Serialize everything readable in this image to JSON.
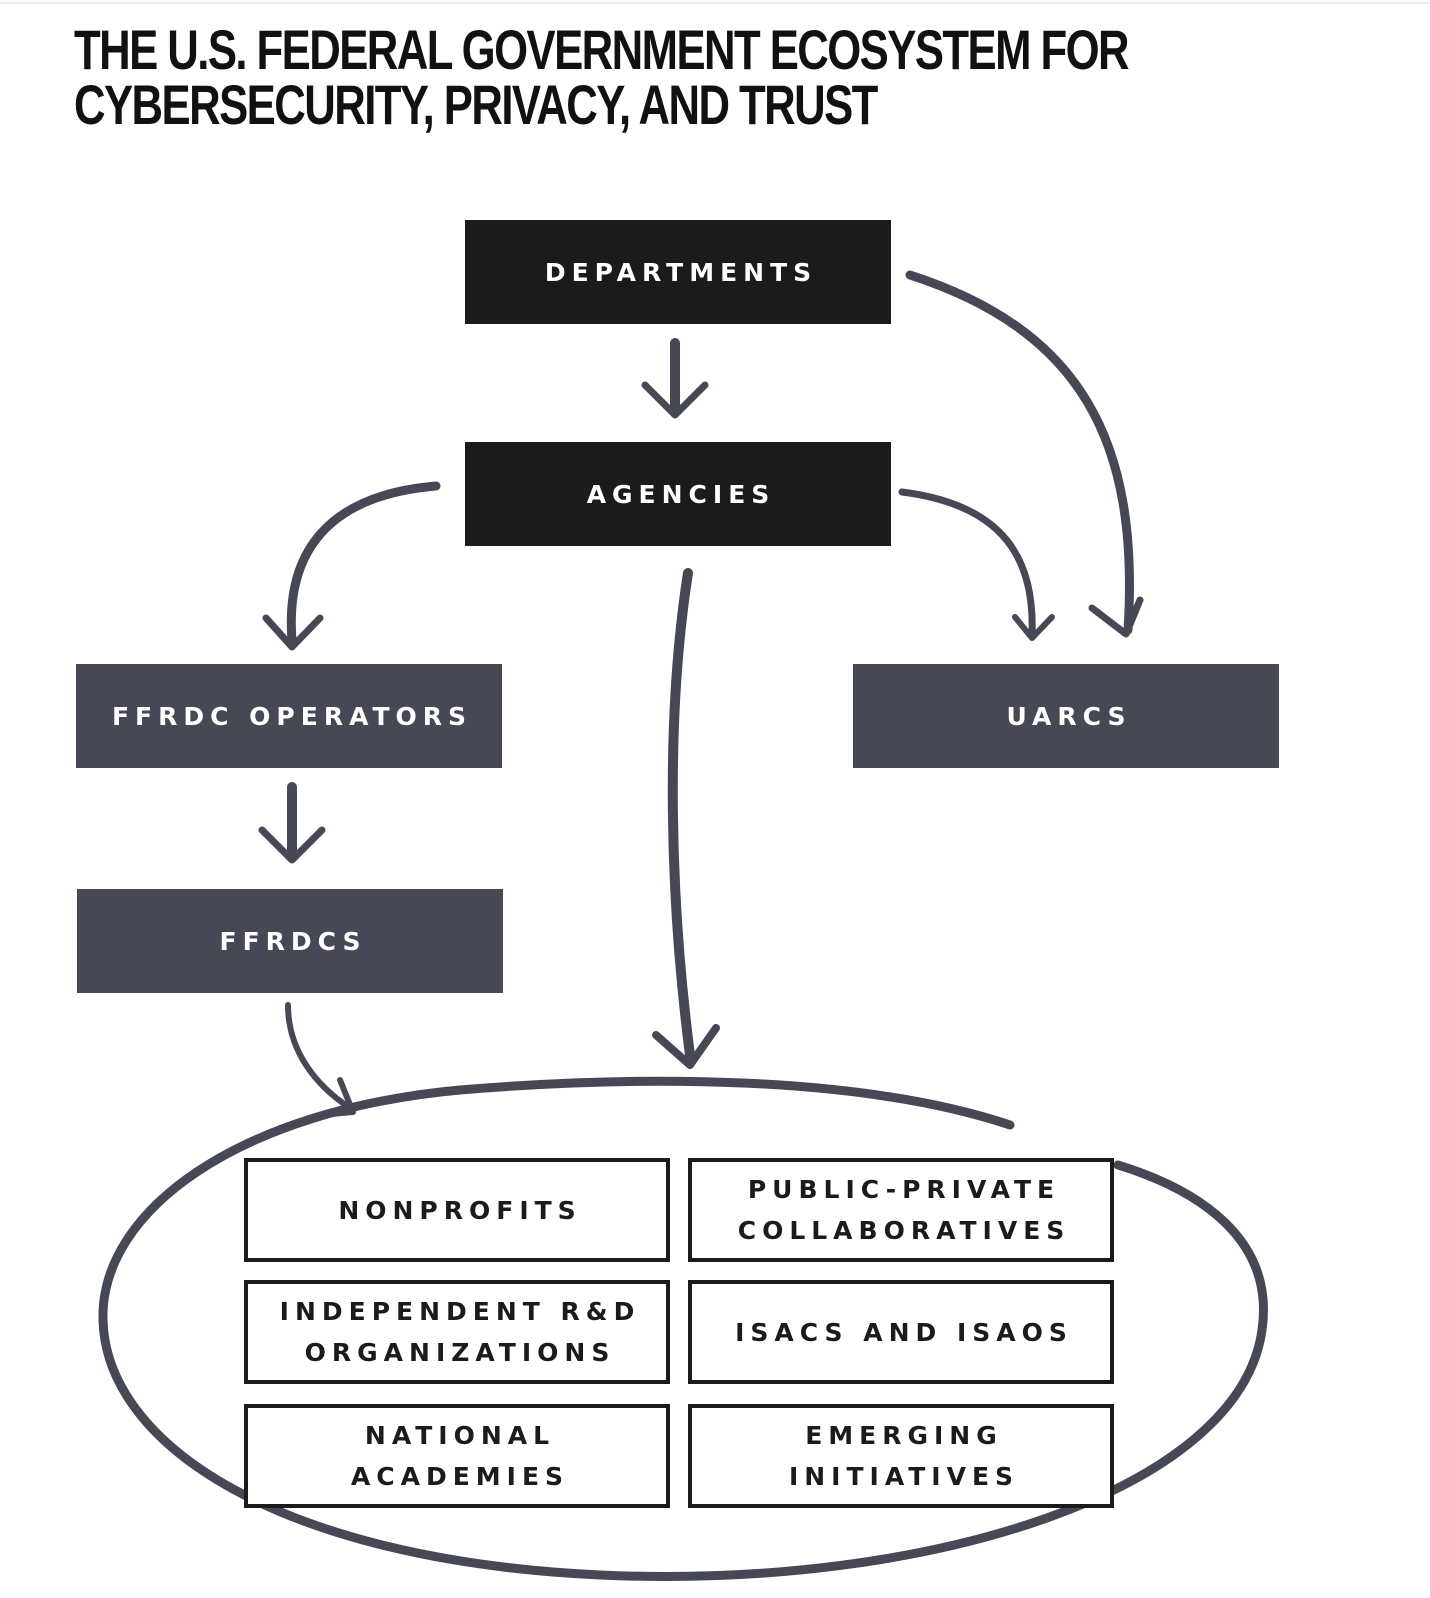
{
  "title": {
    "line1": "THE U.S. FEDERAL GOVERNMENT ECOSYSTEM FOR",
    "line2": "CYBERSECURITY, PRIVACY, AND TRUST"
  },
  "nodes": {
    "departments": "DEPARTMENTS",
    "agencies": "AGENCIES",
    "ffrdc_operators": "FFRDC OPERATORS",
    "uarcs": "UARCS",
    "ffrdcs": "FFRDCS",
    "nonprofits": "NONPROFITS",
    "public_private": "PUBLIC-PRIVATE\nCOLLABORATIVES",
    "independent_rd": "INDEPENDENT R&D\nORGANIZATIONS",
    "isacs_isaos": "ISACS AND ISAOS",
    "national_academies": "NATIONAL\nACADEMIES",
    "emerging_initiatives": "EMERGING\nINITIATIVES"
  },
  "edges": [
    {
      "from": "departments",
      "to": "agencies"
    },
    {
      "from": "departments",
      "to": "uarcs"
    },
    {
      "from": "agencies",
      "to": "ffrdc_operators"
    },
    {
      "from": "agencies",
      "to": "uarcs"
    },
    {
      "from": "agencies",
      "to": "ecosystem_group"
    },
    {
      "from": "ffrdc_operators",
      "to": "ffrdcs"
    },
    {
      "from": "ffrdcs",
      "to": "ecosystem_group"
    }
  ],
  "colors": {
    "dark": "#1b1b1b",
    "slate": "#474856",
    "arrow": "#474856"
  }
}
